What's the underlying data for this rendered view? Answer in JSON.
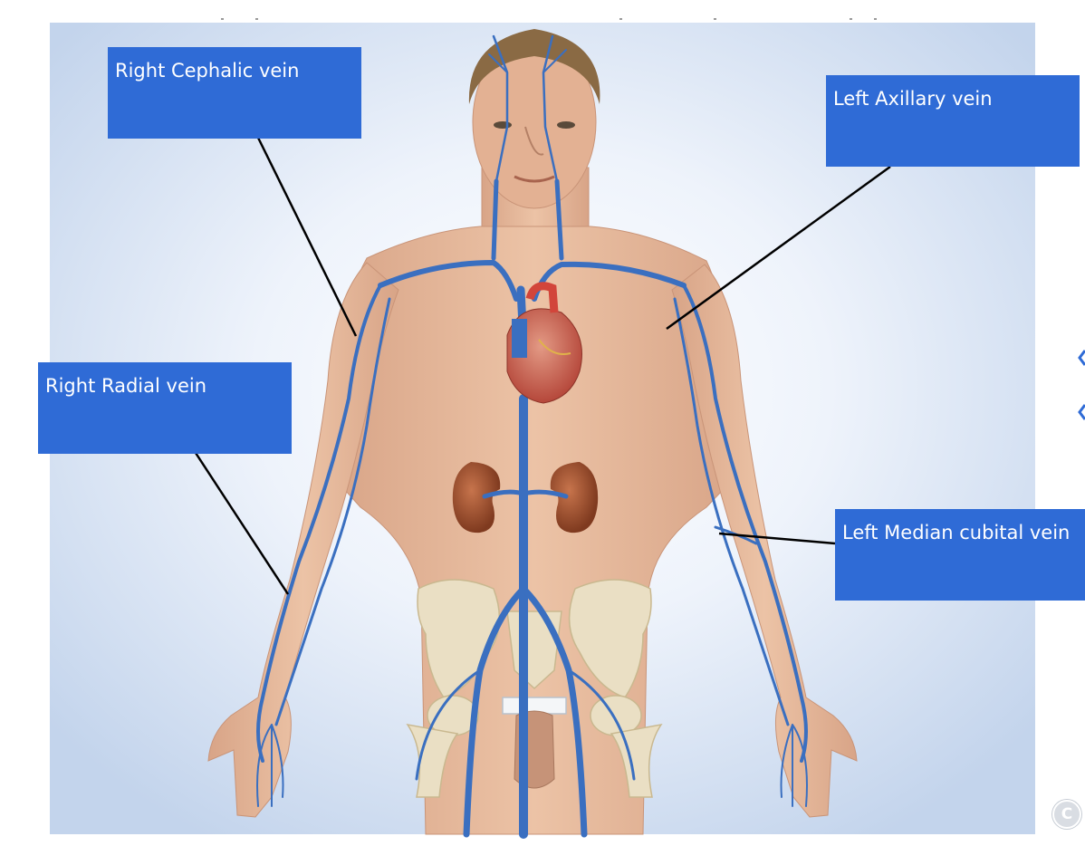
{
  "labels": {
    "right_cephalic": "Right Cephalic vein",
    "left_axillary": "Left Axillary vein",
    "right_radial": "Right Radial vein",
    "left_median_cubital": "Left Median cubital vein"
  },
  "copyright_symbol": "C",
  "colors": {
    "label_box": "#2f6bd6",
    "label_text": "#ffffff",
    "vein": "#3a6fc0",
    "skin": "#e5b99c",
    "background_glow": "#c9d8ee",
    "heart": "#c8503e",
    "kidney": "#9c4a2a",
    "bone": "#e9dcc0"
  },
  "icons": {
    "copyright": "copyright-icon"
  }
}
